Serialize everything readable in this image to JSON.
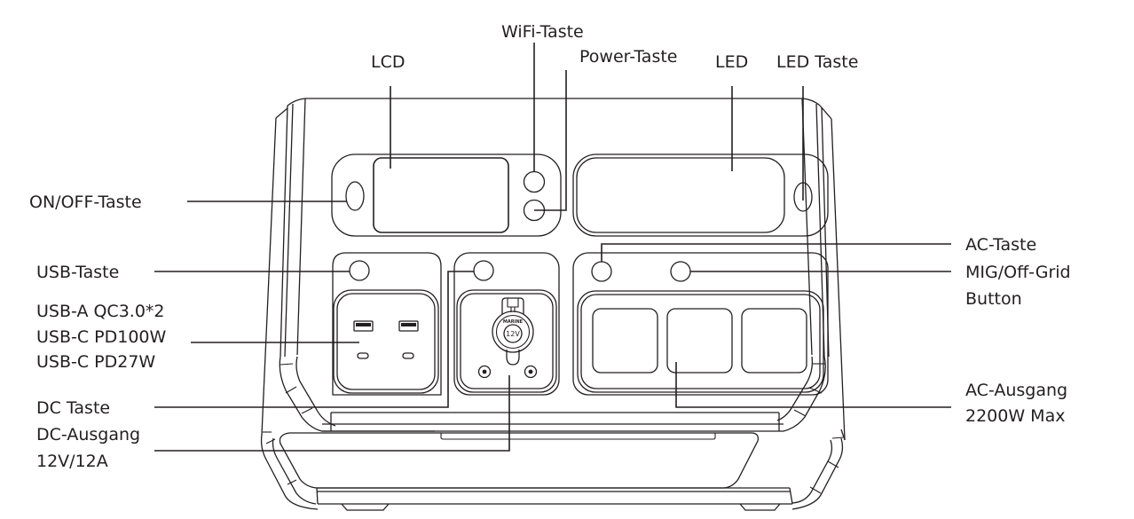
{
  "labels": {
    "lcd": "LCD",
    "wifi": "WiFi-Taste",
    "power": "Power-Taste",
    "led": "LED",
    "led_button": "LED Taste",
    "onoff": "ON/OFF-Taste",
    "usb_button": "USB-Taste",
    "usb_ports": [
      "USB-A QC3.0*2",
      "USB-C PD100W",
      "USB-C PD27W"
    ],
    "dc_button": "DC Taste",
    "dc_output": [
      "DC-Ausgang",
      "12V/12A"
    ],
    "ac_button": "AC-Taste",
    "mig_button": [
      "MIG/Off-Grid",
      "Button"
    ],
    "ac_output": [
      "AC-Ausgang",
      "2200W Max"
    ]
  },
  "device": {
    "socket_top_text": "MARINE",
    "socket_center_text": "12V"
  },
  "colors": {
    "ink": "#231f20",
    "background": "#ffffff"
  }
}
